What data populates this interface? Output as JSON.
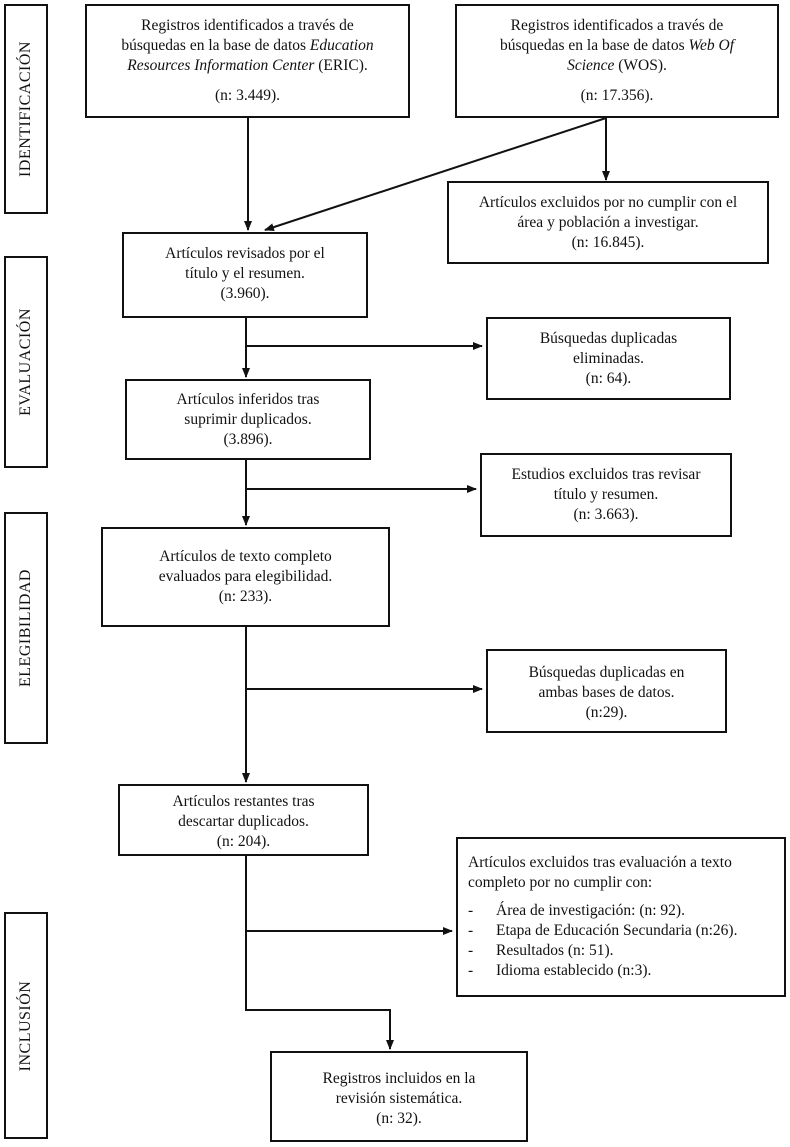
{
  "phases": {
    "identificacion": "IDENTIFICACIÓN",
    "evaluacion": "EVALUACIÓN",
    "elegibilidad": "ELEGIBILIDAD",
    "inclusion": "INCLUSIÓN"
  },
  "eric": {
    "line1": "Registros identificados a través de",
    "line2a": "búsquedas en la base de datos ",
    "line2b": "Education",
    "line3a": "Resources Information Center",
    "line3b": " (ERIC).",
    "count": "(n: 3.449)."
  },
  "wos": {
    "line1": "Registros identificados a través de",
    "line2a": "búsquedas en la base de datos ",
    "line2b": "Web Of",
    "line3a": "Science",
    "line3b": " (WOS).",
    "count": "(n: 17.356)."
  },
  "excluded_area": {
    "line1": "Artículos excluidos por no cumplir con el",
    "line2": "área y población a investigar.",
    "line3": "(n: 16.845)."
  },
  "reviewed": {
    "line1": "Artículos revisados por el",
    "line2": "título y el resumen.",
    "line3": "(3.960)."
  },
  "duplicates_removed": {
    "line1": "Búsquedas duplicadas",
    "line2": "eliminadas.",
    "line3": "(n: 64)."
  },
  "inferred": {
    "line1": "Artículos inferidos tras",
    "line2": "suprimir duplicados.",
    "line3": "(3.896)."
  },
  "excluded_title": {
    "line1": "Estudios excluidos tras revisar",
    "line2": "título y resumen.",
    "line3": "(n: 3.663)."
  },
  "fulltext": {
    "line1": "Artículos de texto completo",
    "line2": "evaluados para elegibilidad.",
    "line3": "(n: 233)."
  },
  "duplicates_both": {
    "line1": "Búsquedas duplicadas en",
    "line2": "ambas bases de datos.",
    "line3": "(n:29)."
  },
  "remaining": {
    "line1": "Artículos restantes tras",
    "line2": "descartar duplicados.",
    "line3": "(n: 204)."
  },
  "excluded_fulltext": {
    "line1": "Artículos excluidos tras evaluación a texto",
    "line2": "completo por no cumplir con:",
    "dash": "-",
    "items": [
      "Área de investigación: (n: 92).",
      "Etapa de Educación Secundaria (n:26).",
      "Resultados (n: 51).",
      "Idioma establecido (n:3)."
    ]
  },
  "included": {
    "line1": "Registros incluidos en la",
    "line2": "revisión sistemática.",
    "line3": "(n: 32)."
  }
}
